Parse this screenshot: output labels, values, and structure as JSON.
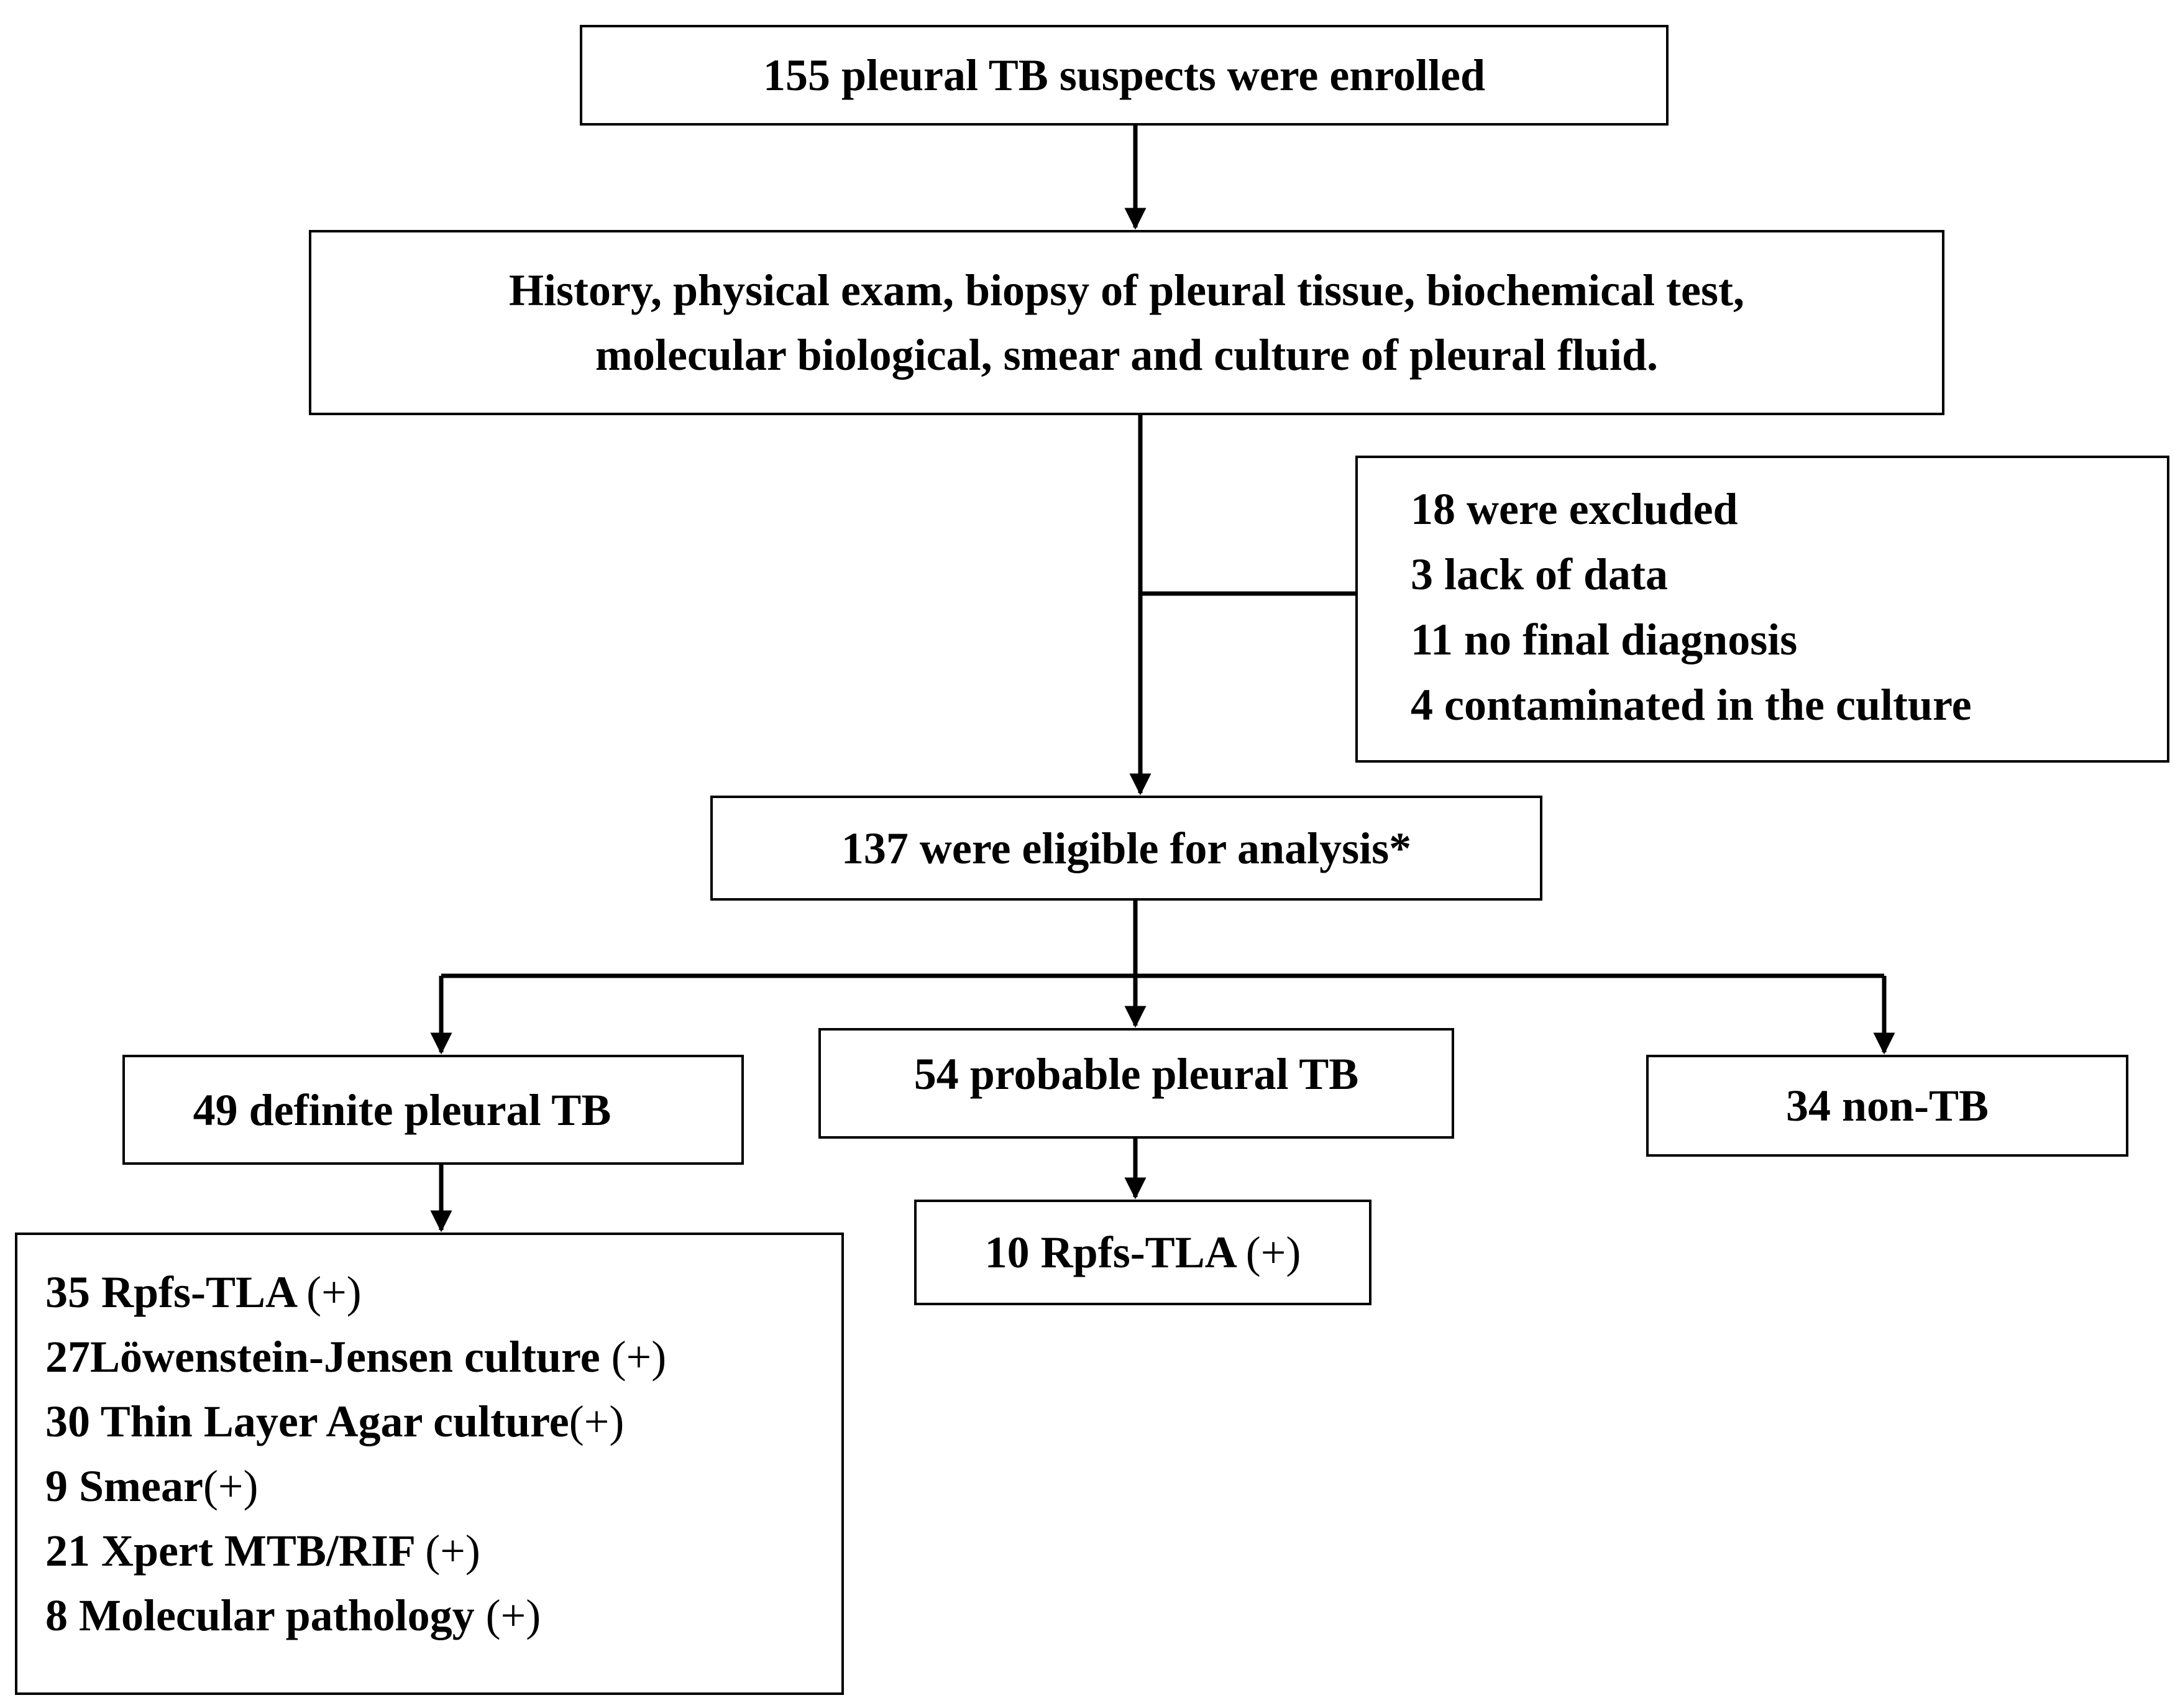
{
  "enrolled": {
    "text": "155 pleural TB suspects were enrolled"
  },
  "methods": {
    "lines": [
      "History, physical exam, biopsy of pleural tissue, biochemical test,",
      "molecular biological, smear and culture of pleural fluid."
    ]
  },
  "excluded": {
    "lines": [
      "18 were excluded",
      "3 lack of data",
      "11 no final diagnosis",
      "4 contaminated in the culture"
    ]
  },
  "eligible": {
    "text": "137 were eligible for analysis*"
  },
  "definite": {
    "text": "49 definite pleural TB"
  },
  "probable": {
    "text": "54 probable pleural TB"
  },
  "non_tb": {
    "text": "34 non-TB"
  },
  "probable_results": {
    "label": "10 Rpfs-TLA",
    "mark": "(+)"
  },
  "definite_results": {
    "items": [
      {
        "label": "35 Rpfs-TLA",
        "mark": "(+)"
      },
      {
        "label": "27Löwenstein-Jensen culture",
        "mark": "(+)"
      },
      {
        "label": "30 Thin Layer Agar culture",
        "mark": "(+)"
      },
      {
        "label": "9 Smear",
        "mark": "(+)"
      },
      {
        "label": "21 Xpert MTB/RIF",
        "mark": "(+)"
      },
      {
        "label": "8 Molecular pathology",
        "mark": "(+)"
      }
    ]
  }
}
